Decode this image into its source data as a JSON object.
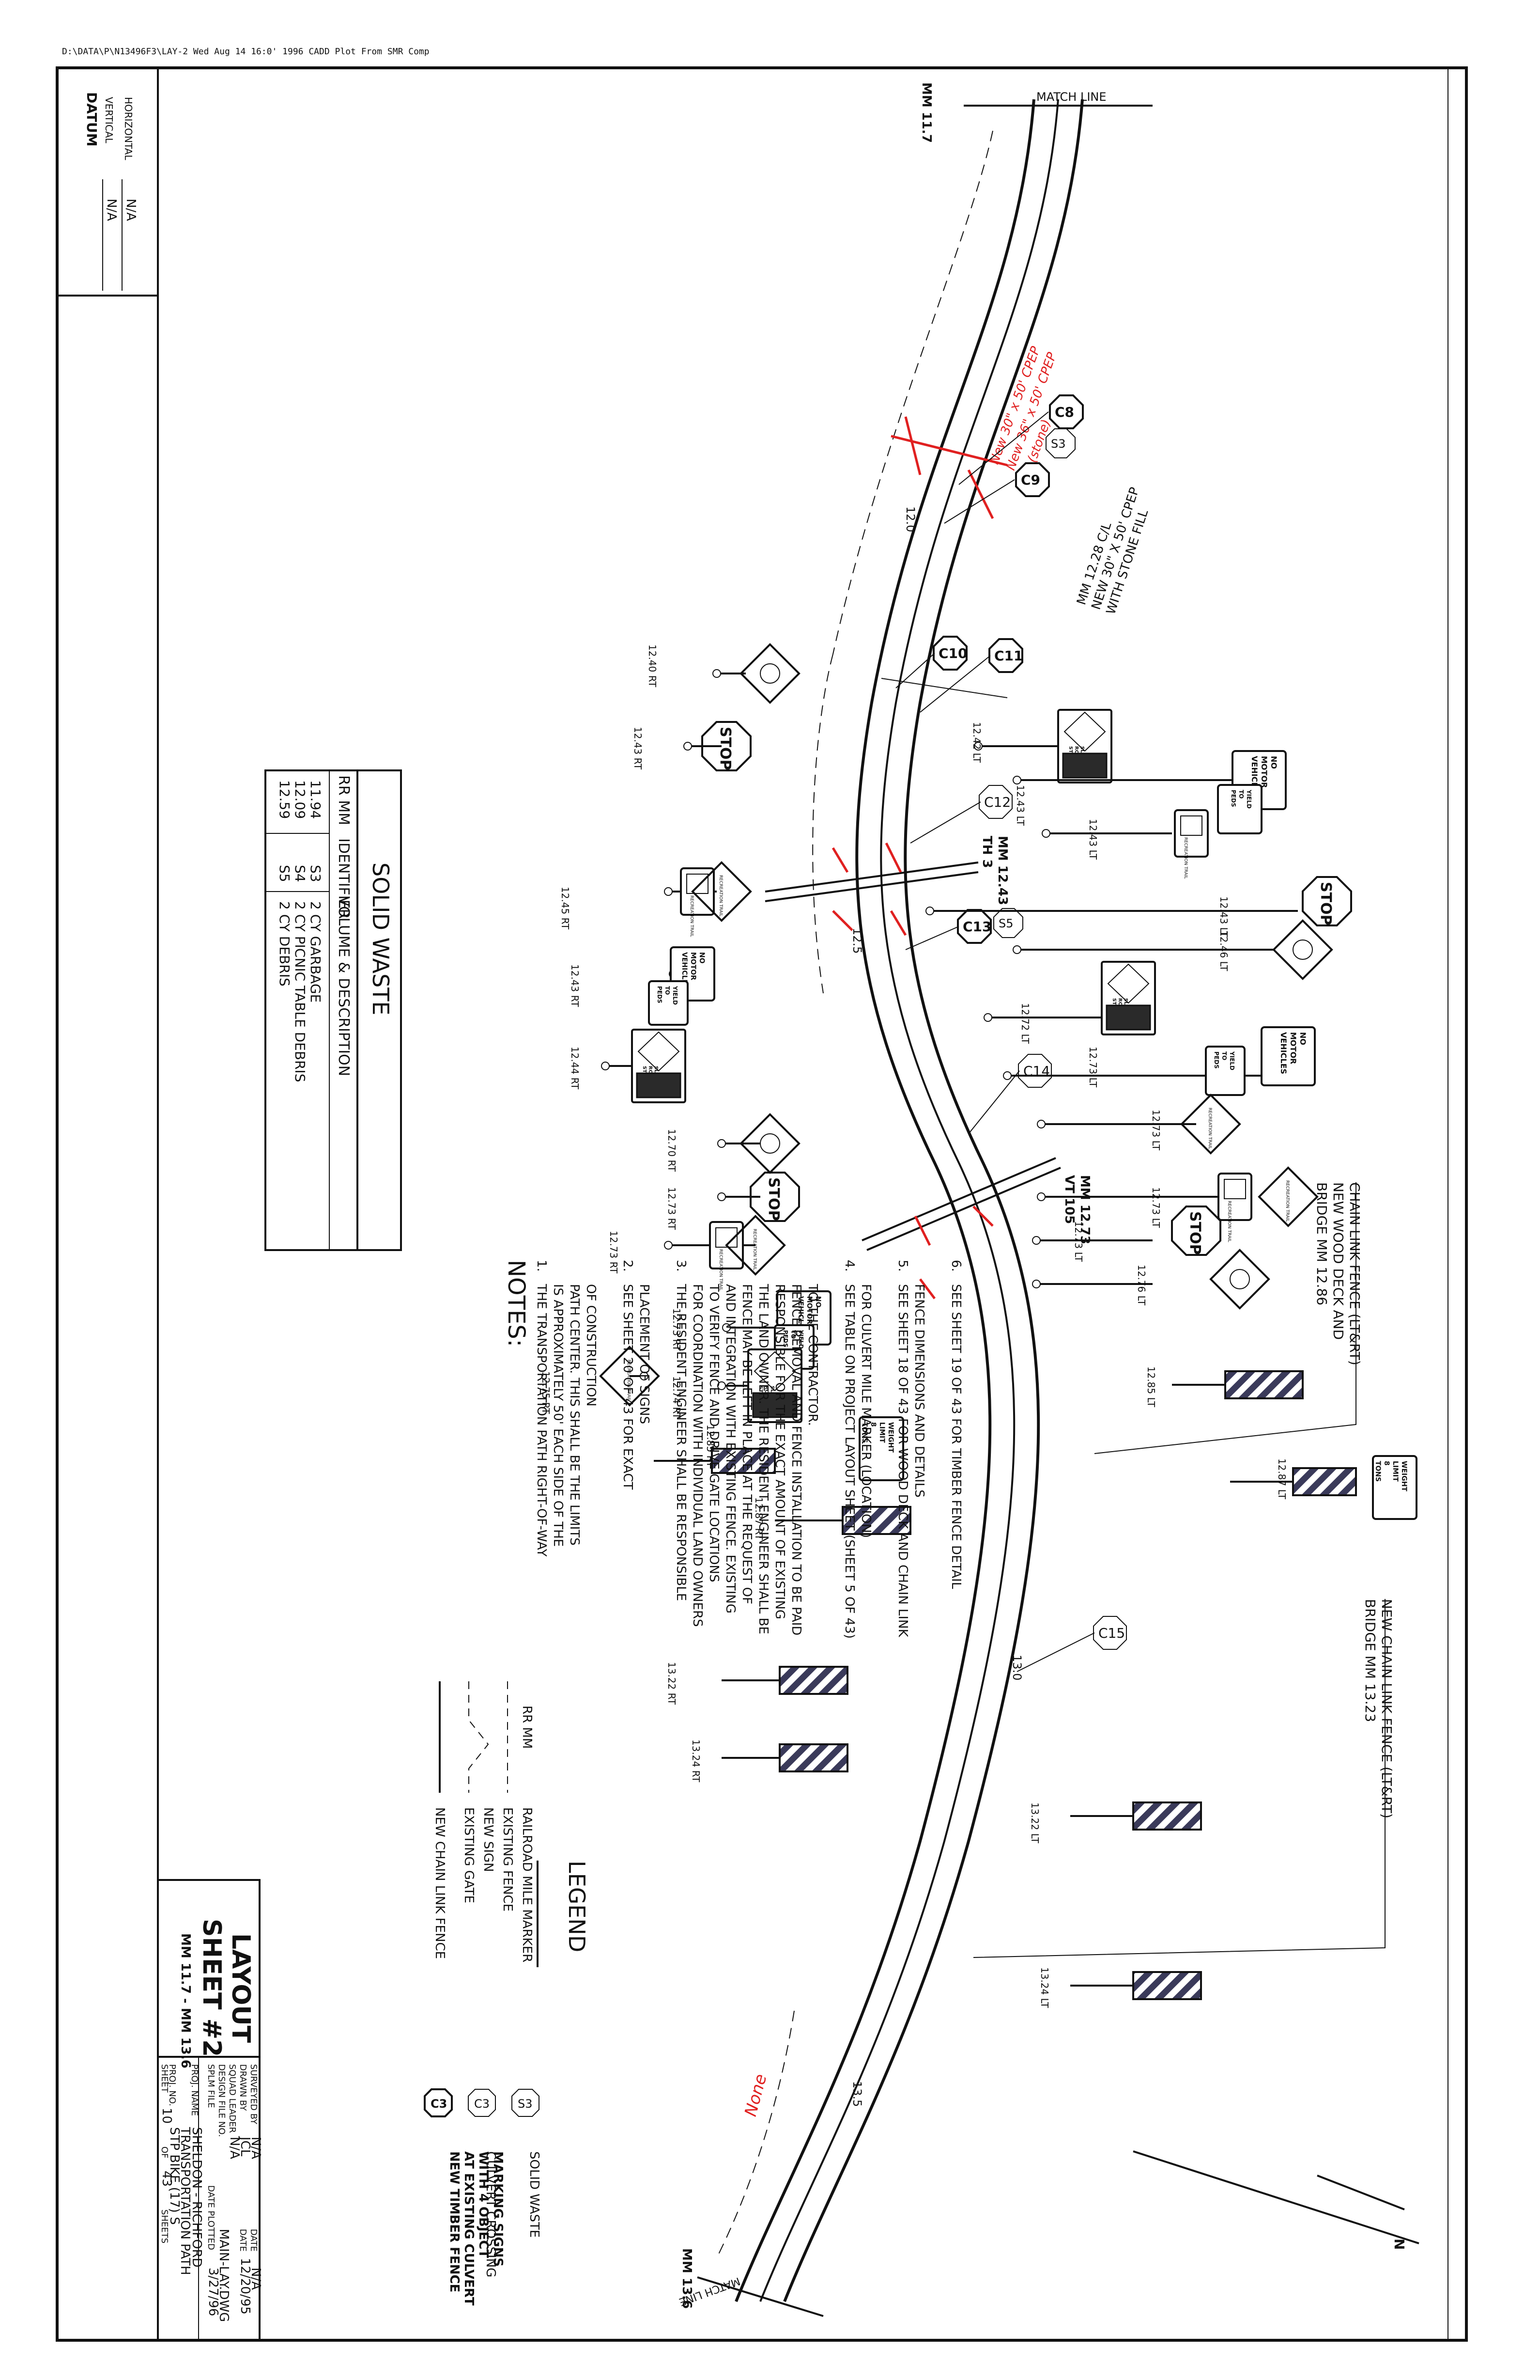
{
  "header": {
    "path_line": "D:\\DATA\\P\\N13496F3\\LAY-2  Wed Aug 14 16:0'    1996  CADD Plot From SMR Comp"
  },
  "datum": {
    "title": "DATUM",
    "vertical_label": "VERTICAL",
    "vertical_value": "N/A",
    "horizontal_label": "HORIZONTAL",
    "horizontal_value": "N/A"
  },
  "match_lines": {
    "top_label": "MATCH LINE",
    "top_mm": "MM 11.7",
    "bottom_label": "MATCH LINE",
    "bottom_mm": "MM 13.6"
  },
  "stations": [
    "12.0",
    "12.5",
    "13.0",
    "13.5"
  ],
  "crossings": [
    {
      "road": "TH 3",
      "mm": "MM 12.43"
    },
    {
      "road": "VT 105",
      "mm": "MM 12.73"
    }
  ],
  "culverts": [
    "C8",
    "C9",
    "C10",
    "C11",
    "C12",
    "C13",
    "C14",
    "C15"
  ],
  "waste_markers": [
    "S3",
    "S5"
  ],
  "culvert_note": {
    "line1": "MM 12.28 C/L",
    "line2": "NEW 30\" X 50' CPEP",
    "line3": "WITH STONE FILL"
  },
  "handwritten": {
    "note1": "New 30\" x 50' CPEP",
    "note2": "New 36\" x 50' CPEP",
    "note3": "(stone)",
    "note4": "None"
  },
  "bridges": [
    {
      "line1": "BRIDGE MM 12.86",
      "line2": "NEW WOOD DECK AND",
      "line3": "CHAIN LINK FENCE (LT&RT)"
    },
    {
      "line1": "BRIDGE MM 13.23",
      "line2": "NEW CHAIN LINK FENCE (LT&RT)"
    }
  ],
  "sign_labels": {
    "stop": "STOP",
    "no_motor": [
      "NO",
      "MOTOR",
      "VEHICLES"
    ],
    "yield": [
      "YIELD",
      "TO",
      "PEDS"
    ],
    "weight": [
      "WEIGHT",
      "LIMIT",
      "8",
      "TONS"
    ],
    "steep": [
      "STEEP",
      "ROCK",
      "SLOPE"
    ],
    "recreation": "RECREATION TRAIL"
  },
  "sign_stations": [
    "12.40 RT",
    "12.43 RT",
    "12.42 LT",
    "12.43 LT",
    "12.43 LT",
    "12.45 RT",
    "12.43 LT",
    "12.46 LT",
    "12.43 RT",
    "12.72 LT",
    "12.73 LT",
    "12.44 RT",
    "12.73 LT",
    "12.70 RT",
    "12.73 RT",
    "12.73 LT",
    "12.73 LT",
    "12.73 RT",
    "12.76 LT",
    "12.73 RT",
    "12.74 RT",
    "12.75 RT",
    "12.85 LT",
    "12.85 RT",
    "12.87 RT",
    "12.87 LT",
    "13.22 RT",
    "13.24 RT",
    "13.22 LT",
    "13.24 LT"
  ],
  "solid_waste": {
    "title": "SOLID WASTE",
    "headers": [
      "RR MM",
      "IDENTIFIER",
      "VOLUME & DESCRIPTION"
    ],
    "rows": [
      [
        "11.94",
        "S3",
        "2 CY GARBAGE"
      ],
      [
        "12.09",
        "S4",
        "2 CY PICNIC TABLE DEBRIS"
      ],
      [
        "12.59",
        "S5",
        "2 CY DEBRIS"
      ]
    ]
  },
  "notes": {
    "title": "NOTES:",
    "items": [
      {
        "num": "1.",
        "lines": [
          "THE TRANSPORTATION PATH RIGHT-OF-WAY",
          "IS APPROXIMATELY 50' EACH SIDE OF THE",
          "PATH CENTER. THIS SHALL BE THE LIMITS",
          "OF CONSTRUCTION"
        ]
      },
      {
        "num": "2.",
        "lines": [
          "SEE SHEET 20 OF 43 FOR EXACT",
          "PLACEMENT OF SIGNS"
        ]
      },
      {
        "num": "3.",
        "lines": [
          "THE RESIDENT ENGINEER SHALL BE RESPONSIBLE",
          "FOR COORDINATION WITH INDIVIDUAL LAND OWNERS",
          "TO VERIFY FENCE AND DRIVE GATE LOCATIONS",
          "AND INTEGRATION WITH EXISTING FENCE. EXISTING",
          "FENCE MAY BE LEFT IN PLACE AT THE REQUEST OF",
          "THE LAND OWNER. THE RESIDENT ENGINEER SHALL BE",
          "RESPONSIBLE FOR THE EXACT AMOUNT OF EXISTING",
          "FENCE REMOVAL AND FENCE INSTALLATION TO BE PAID",
          "TO THE CONTRACTOR."
        ]
      },
      {
        "num": "4.",
        "lines": [
          "SEE TABLE ON PROJECT LAYOUT SHEET (SHEET 5 OF 43)",
          "FOR CULVERT MILE MARKER (LOCATION)"
        ]
      },
      {
        "num": "5.",
        "lines": [
          "SEE SHEET 18 OF 43 FOR WOOD DECK AND CHAIN LINK",
          "FENCE DIMENSIONS AND DETAILS"
        ]
      },
      {
        "num": "6.",
        "lines": [
          "SEE SHEET 19 OF 43 FOR TIMBER FENCE DETAIL"
        ]
      }
    ]
  },
  "legend": {
    "title": "LEGEND",
    "items": [
      "RR MM",
      "RAILROAD MILE MARKER",
      "EXISTING FENCE",
      "NEW SIGN",
      "EXISTING GATE",
      "NEW CHAIN LINK FENCE"
    ],
    "symbols": [
      {
        "tag": "S3",
        "desc": "SOLID WASTE"
      },
      {
        "tag": "C3",
        "desc": "CULVERT CROSSING"
      },
      {
        "tag": "C3",
        "desc": "NEW TIMBER FENCE AT EXISTING CULVERT WITH 4 OBJECT MARKING SIGNS"
      }
    ]
  },
  "title_block": {
    "title": "LAYOUT",
    "sheet": "SHEET #2",
    "range": "MM 11.7 - MM 13.6",
    "surveyed_by_label": "SURVEYED BY",
    "surveyed_by": "N/A",
    "surveyed_date_label": "DATE",
    "surveyed_date": "N/A",
    "drawn_by_label": "DRAWN BY",
    "drawn_by": "JCL",
    "drawn_date_label": "DATE",
    "drawn_date": "12/20/95",
    "squad_leader_label": "SQUAD LEADER",
    "squad_leader": "N/A",
    "design_file_label": "DESIGN FILE NO.",
    "design_file": "MAIN-LAY.DWG",
    "splm_label": "SPLM FILE",
    "plotted_label": "DATE PLOTTED",
    "plotted": "3/27/96",
    "proj_name_label": "PROJ. NAME",
    "proj_name_1": "SHELDON - RICHFORD",
    "proj_name_2": "TRANSPORTATION PATH",
    "proj_no_label": "PROJ. NO.",
    "proj_no": "STP BIKE (17) S",
    "sheet_label": "SHEET",
    "sheet_no": "10",
    "of_label": "OF",
    "sheet_total": "43",
    "sheets_label": "SHEETS"
  },
  "north": "N"
}
